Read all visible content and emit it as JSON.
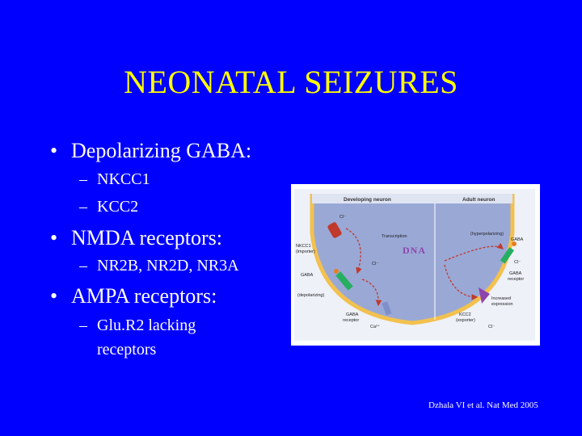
{
  "slide": {
    "title": "NEONATAL SEIZURES",
    "bullets": [
      {
        "text": "Depolarizing GABA:",
        "subs": [
          "NKCC1",
          "KCC2"
        ]
      },
      {
        "text": "NMDA receptors:",
        "subs": [
          "NR2B, NR2D, NR3A"
        ]
      },
      {
        "text": "AMPA receptors:",
        "subs": [
          "Glu.R2 lacking",
          "receptors"
        ]
      }
    ],
    "citation": "Dzhala VI et al. Nat Med 2005"
  },
  "figure": {
    "developing_neuron": "Developing neuron",
    "adult_neuron": "Adult neuron",
    "transcription": "Transcription",
    "hyperpolarizing": "(hyperpolarizing)",
    "nkcc1": "NKCC1",
    "importer": "(importer)",
    "gaba_left": "GABA",
    "depolarizing": "(depolarizing)",
    "gaba_receptor_left_1": "GABA",
    "gaba_receptor_left_2": "receptor",
    "cl_top": "Cl⁻",
    "cl_mid": "Cl⁻",
    "ca": "Ca²⁺",
    "gaba_right": "GABA",
    "cl_right": "Cl⁻",
    "gaba_receptor_right_1": "GABA",
    "gaba_receptor_right_2": "receptor",
    "increased_1": "Increased",
    "increased_2": "expression",
    "kcc2": "KCC2",
    "exporter": "(exporter)",
    "cl_bottom": "Cl⁻",
    "dna": "DNA"
  },
  "colors": {
    "background": "#0000ff",
    "title": "#ffff00",
    "text": "#ffffff",
    "cell_membrane": "#f2c14e",
    "cytoplasm": "#9aa8d6",
    "arrow": "#c0392b"
  }
}
